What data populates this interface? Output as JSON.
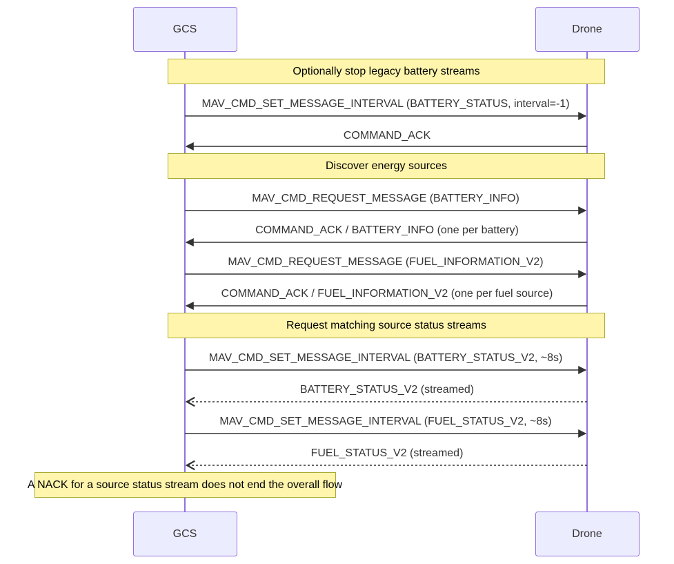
{
  "actors": {
    "gcs": "GCS",
    "drone": "Drone"
  },
  "notes": [
    "Optionally stop legacy battery streams",
    "Discover energy sources",
    "Request matching source status streams",
    "A NACK for a source status stream does not end the overall flow"
  ],
  "messages": [
    {
      "text": "MAV_CMD_SET_MESSAGE_INTERVAL (BATTERY_STATUS, interval=-1)",
      "from": "GCS",
      "to": "Drone",
      "style": "solid"
    },
    {
      "text": "COMMAND_ACK",
      "from": "Drone",
      "to": "GCS",
      "style": "solid"
    },
    {
      "text": "MAV_CMD_REQUEST_MESSAGE (BATTERY_INFO)",
      "from": "GCS",
      "to": "Drone",
      "style": "solid"
    },
    {
      "text": "COMMAND_ACK / BATTERY_INFO (one per battery)",
      "from": "Drone",
      "to": "GCS",
      "style": "solid"
    },
    {
      "text": "MAV_CMD_REQUEST_MESSAGE (FUEL_INFORMATION_V2)",
      "from": "GCS",
      "to": "Drone",
      "style": "solid"
    },
    {
      "text": "COMMAND_ACK / FUEL_INFORMATION_V2 (one per fuel source)",
      "from": "Drone",
      "to": "GCS",
      "style": "solid"
    },
    {
      "text": "MAV_CMD_SET_MESSAGE_INTERVAL (BATTERY_STATUS_V2, ~8s)",
      "from": "GCS",
      "to": "Drone",
      "style": "solid"
    },
    {
      "text": "BATTERY_STATUS_V2 (streamed)",
      "from": "Drone",
      "to": "GCS",
      "style": "dashed"
    },
    {
      "text": "MAV_CMD_SET_MESSAGE_INTERVAL (FUEL_STATUS_V2, ~8s)",
      "from": "GCS",
      "to": "Drone",
      "style": "solid"
    },
    {
      "text": "FUEL_STATUS_V2 (streamed)",
      "from": "Drone",
      "to": "GCS",
      "style": "dashed"
    }
  ]
}
